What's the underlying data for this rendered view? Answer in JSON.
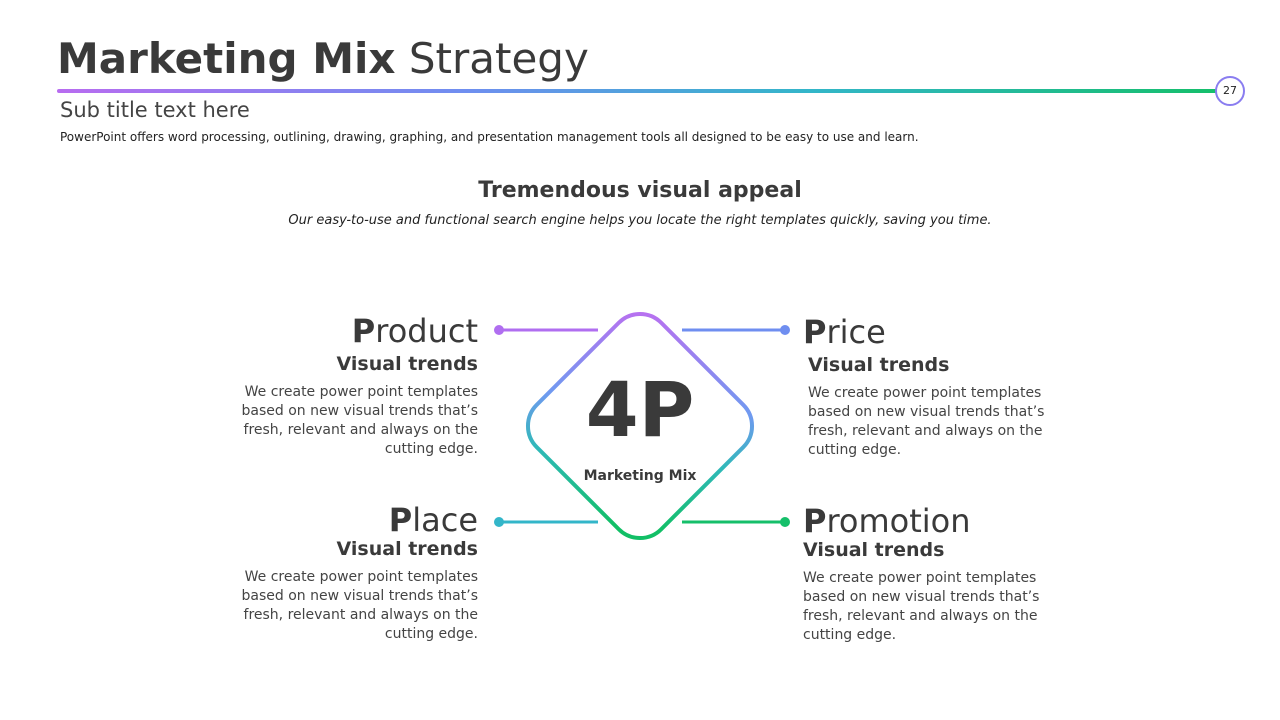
{
  "header": {
    "title_bold": "Marketing Mix",
    "title_rest": "Strategy",
    "subtitle": "Sub title text here",
    "description": "PowerPoint offers word processing, outlining, drawing, graphing, and presentation management tools all designed to be easy to use and learn.",
    "page_number": "27"
  },
  "section": {
    "heading": "Tremendous visual appeal",
    "tagline": "Our easy-to-use and functional search engine helps you locate the right templates quickly,  saving you time."
  },
  "center": {
    "big_label": "4P",
    "small_label": "Marketing Mix"
  },
  "items": [
    {
      "initial": "P",
      "rest": "roduct",
      "subheading": "Visual trends",
      "text": "We create power point templates based on new visual trends that’s fresh, relevant and always on the cutting  edge."
    },
    {
      "initial": "P",
      "rest": "rice",
      "subheading": "Visual trends",
      "text": "We create power point templates based on new visual trends that’s fresh, relevant and always on the cutting  edge."
    },
    {
      "initial": "P",
      "rest": "lace",
      "subheading": "Visual trends",
      "text": "We create power point templates based on new visual trends that’s fresh, relevant and always on the cutting  edge."
    },
    {
      "initial": "P",
      "rest": "romotion",
      "subheading": "Visual trends",
      "text": "We create power point templates based on new visual trends that’s fresh, relevant and always on the cutting  edge."
    }
  ],
  "colors": {
    "purple": "#b86cf0",
    "blue": "#6f8ef0",
    "teal": "#33b6c9",
    "green": "#15bf6a",
    "text_dark": "#3a3a3a"
  }
}
